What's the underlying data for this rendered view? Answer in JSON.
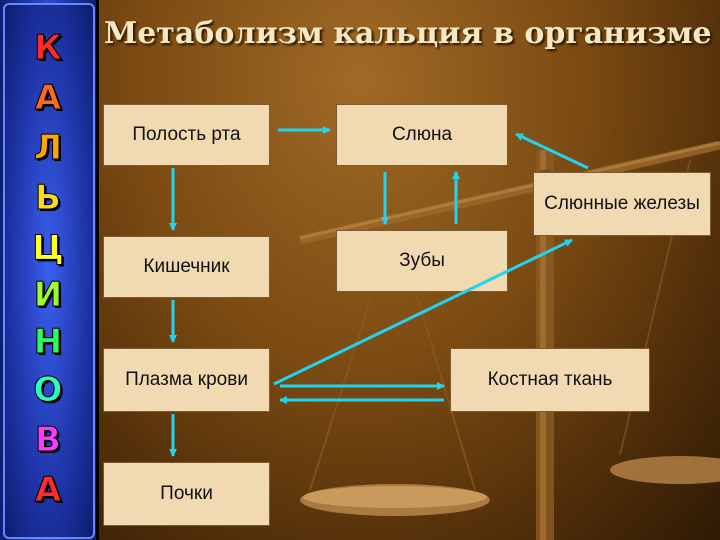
{
  "title": "Метаболизм кальция в организме",
  "sidebar": {
    "letters": [
      {
        "char": "К",
        "color": "#ff2a2a"
      },
      {
        "char": "А",
        "color": "#ff6a1a"
      },
      {
        "char": "Л",
        "color": "#ffa500"
      },
      {
        "char": "Ь",
        "color": "#ffd81a"
      },
      {
        "char": "Ц",
        "color": "#ffff2a"
      },
      {
        "char": "И",
        "color": "#9aff2a"
      },
      {
        "char": "Н",
        "color": "#2aff5a"
      },
      {
        "char": "О",
        "color": "#2affc0"
      },
      {
        "char": "В",
        "color": "#ff3aff"
      },
      {
        "char": "А",
        "color": "#ff2a2a"
      }
    ]
  },
  "boxes": {
    "mouth": "Полость рта",
    "saliva": "Слюна",
    "salivary_glands": "Слюнные железы",
    "intestine": "Кишечник",
    "teeth": "Зубы",
    "blood_plasma": "Плазма крови",
    "bone_tissue": "Костная ткань",
    "kidneys": "Почки"
  },
  "colors": {
    "arrow": "#22d3ee",
    "box_fill": "#f1d9b2",
    "title": "#f3e9c2"
  }
}
